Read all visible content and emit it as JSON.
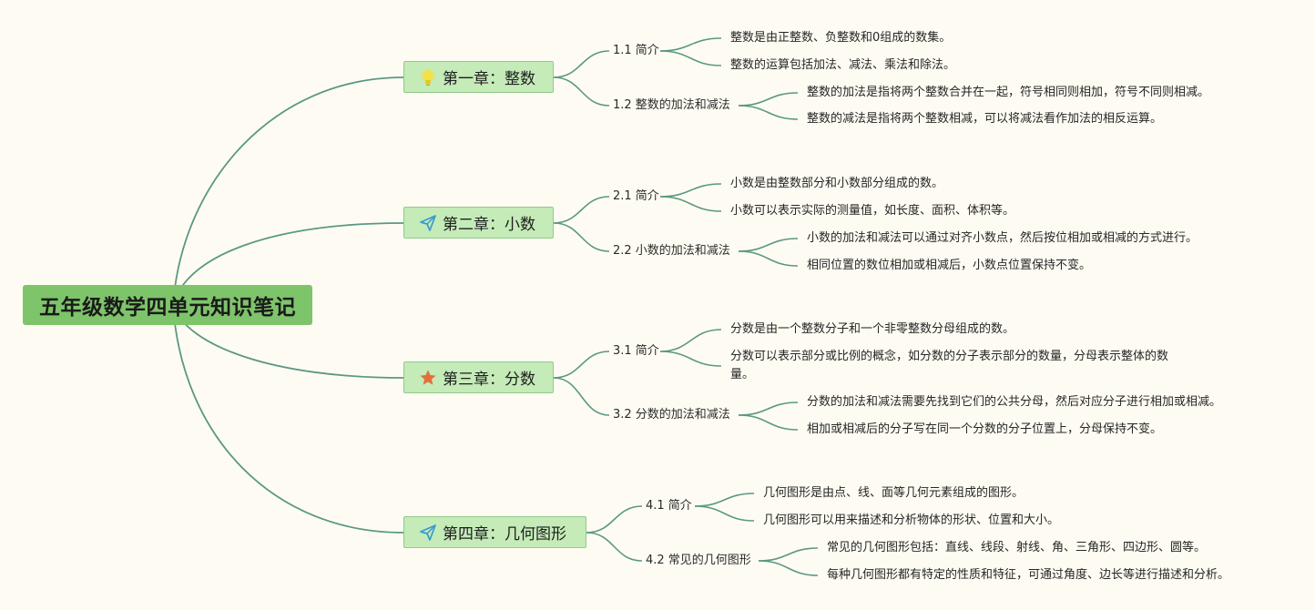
{
  "title": "五年级数学四单元知识笔记",
  "colors": {
    "line": "#5a9883",
    "root": "#7ec46a",
    "chapter": "#c4ebb8",
    "background": "#fefcf2"
  },
  "chapters": [
    {
      "label": "第一章：整数",
      "icon": "lightbulb-icon",
      "sections": [
        {
          "label": "1.1 简介",
          "points": [
            "整数是由正整数、负整数和0组成的数集。",
            "整数的运算包括加法、减法、乘法和除法。"
          ]
        },
        {
          "label": "1.2 整数的加法和减法",
          "points": [
            "整数的加法是指将两个整数合并在一起，符号相同则相加，符号不同则相减。",
            "整数的减法是指将两个整数相减，可以将减法看作加法的相反运算。"
          ]
        }
      ]
    },
    {
      "label": "第二章：小数",
      "icon": "paper-plane-icon",
      "sections": [
        {
          "label": "2.1 简介",
          "points": [
            "小数是由整数部分和小数部分组成的数。",
            "小数可以表示实际的测量值，如长度、面积、体积等。"
          ]
        },
        {
          "label": "2.2 小数的加法和减法",
          "points": [
            "小数的加法和减法可以通过对齐小数点，然后按位相加或相减的方式进行。",
            "相同位置的数位相加或相减后，小数点位置保持不变。"
          ]
        }
      ]
    },
    {
      "label": "第三章：分数",
      "icon": "star-icon",
      "sections": [
        {
          "label": "3.1 简介",
          "points": [
            "分数是由一个整数分子和一个非零整数分母组成的数。",
            "分数可以表示部分或比例的概念，如分数的分子表示部分的数量，分母表示整体的数量。"
          ]
        },
        {
          "label": "3.2 分数的加法和减法",
          "points": [
            "分数的加法和减法需要先找到它们的公共分母，然后对应分子进行相加或相减。",
            "相加或相减后的分子写在同一个分数的分子位置上，分母保持不变。"
          ]
        }
      ]
    },
    {
      "label": "第四章：几何图形",
      "icon": "paper-plane-icon",
      "sections": [
        {
          "label": "4.1 简介",
          "points": [
            "几何图形是由点、线、面等几何元素组成的图形。",
            "几何图形可以用来描述和分析物体的形状、位置和大小。"
          ]
        },
        {
          "label": "4.2 常见的几何图形",
          "points": [
            "常见的几何图形包括：直线、线段、射线、角、三角形、四边形、圆等。",
            "每种几何图形都有特定的性质和特征，可通过角度、边长等进行描述和分析。"
          ]
        }
      ]
    }
  ]
}
